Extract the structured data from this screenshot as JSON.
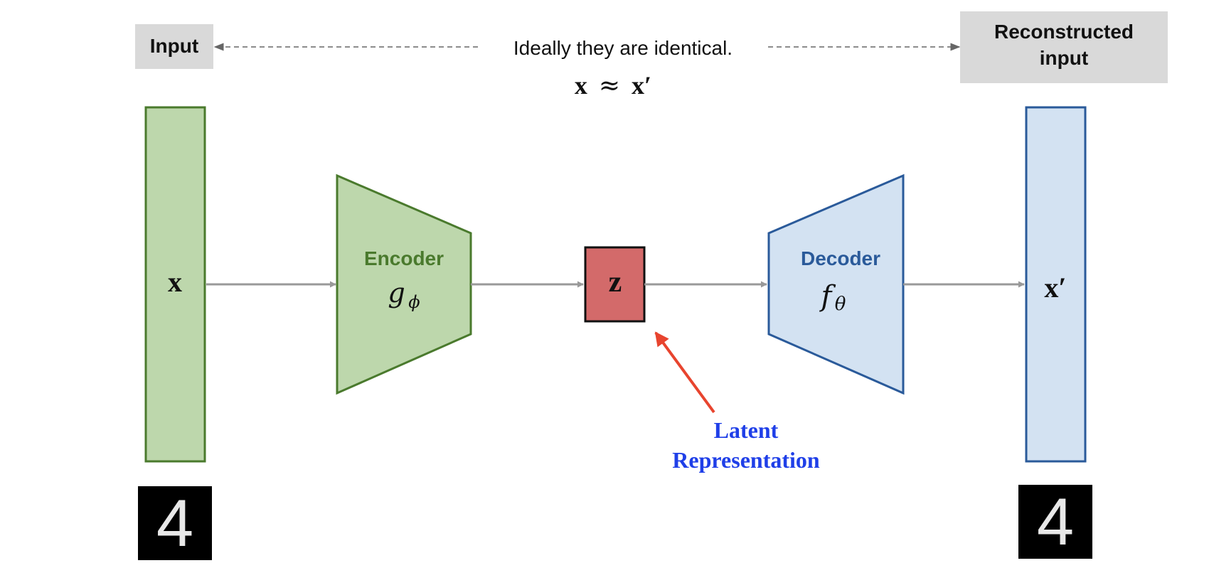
{
  "labels": {
    "input": "Input",
    "reconstructed_line1": "Reconstructed",
    "reconstructed_line2": "input",
    "identical_note": "Ideally they are identical.",
    "approx_lhs": "x",
    "approx_symbol": "≈",
    "approx_rhs": "x′",
    "input_vector": "x",
    "encoder_title": "Encoder",
    "encoder_fn": "g",
    "encoder_sub": "ϕ",
    "latent_symbol": "z",
    "decoder_title": "Decoder",
    "decoder_fn": "f",
    "decoder_sub": "θ",
    "output_vector": "x′",
    "latent_line1": "Latent",
    "latent_line2": "Representation",
    "digit_input": "4",
    "digit_output": "4"
  },
  "colors": {
    "input_fill": "#bdd7ac",
    "input_stroke": "#4a7a2d",
    "encoder_text": "#4a7a2d",
    "latent_fill": "#d36a6a",
    "latent_stroke": "#111111",
    "output_fill": "#d3e2f2",
    "output_stroke": "#2a5a9a",
    "decoder_text": "#2a5a9a",
    "label_box": "#d9d9d9",
    "arrow_gray": "#999999",
    "dashed_gray": "#666666",
    "red_arrow": "#e8442e",
    "latent_label": "#1f3fe8",
    "digit_bg": "#000000",
    "digit_fg": "#e8e8e8"
  }
}
